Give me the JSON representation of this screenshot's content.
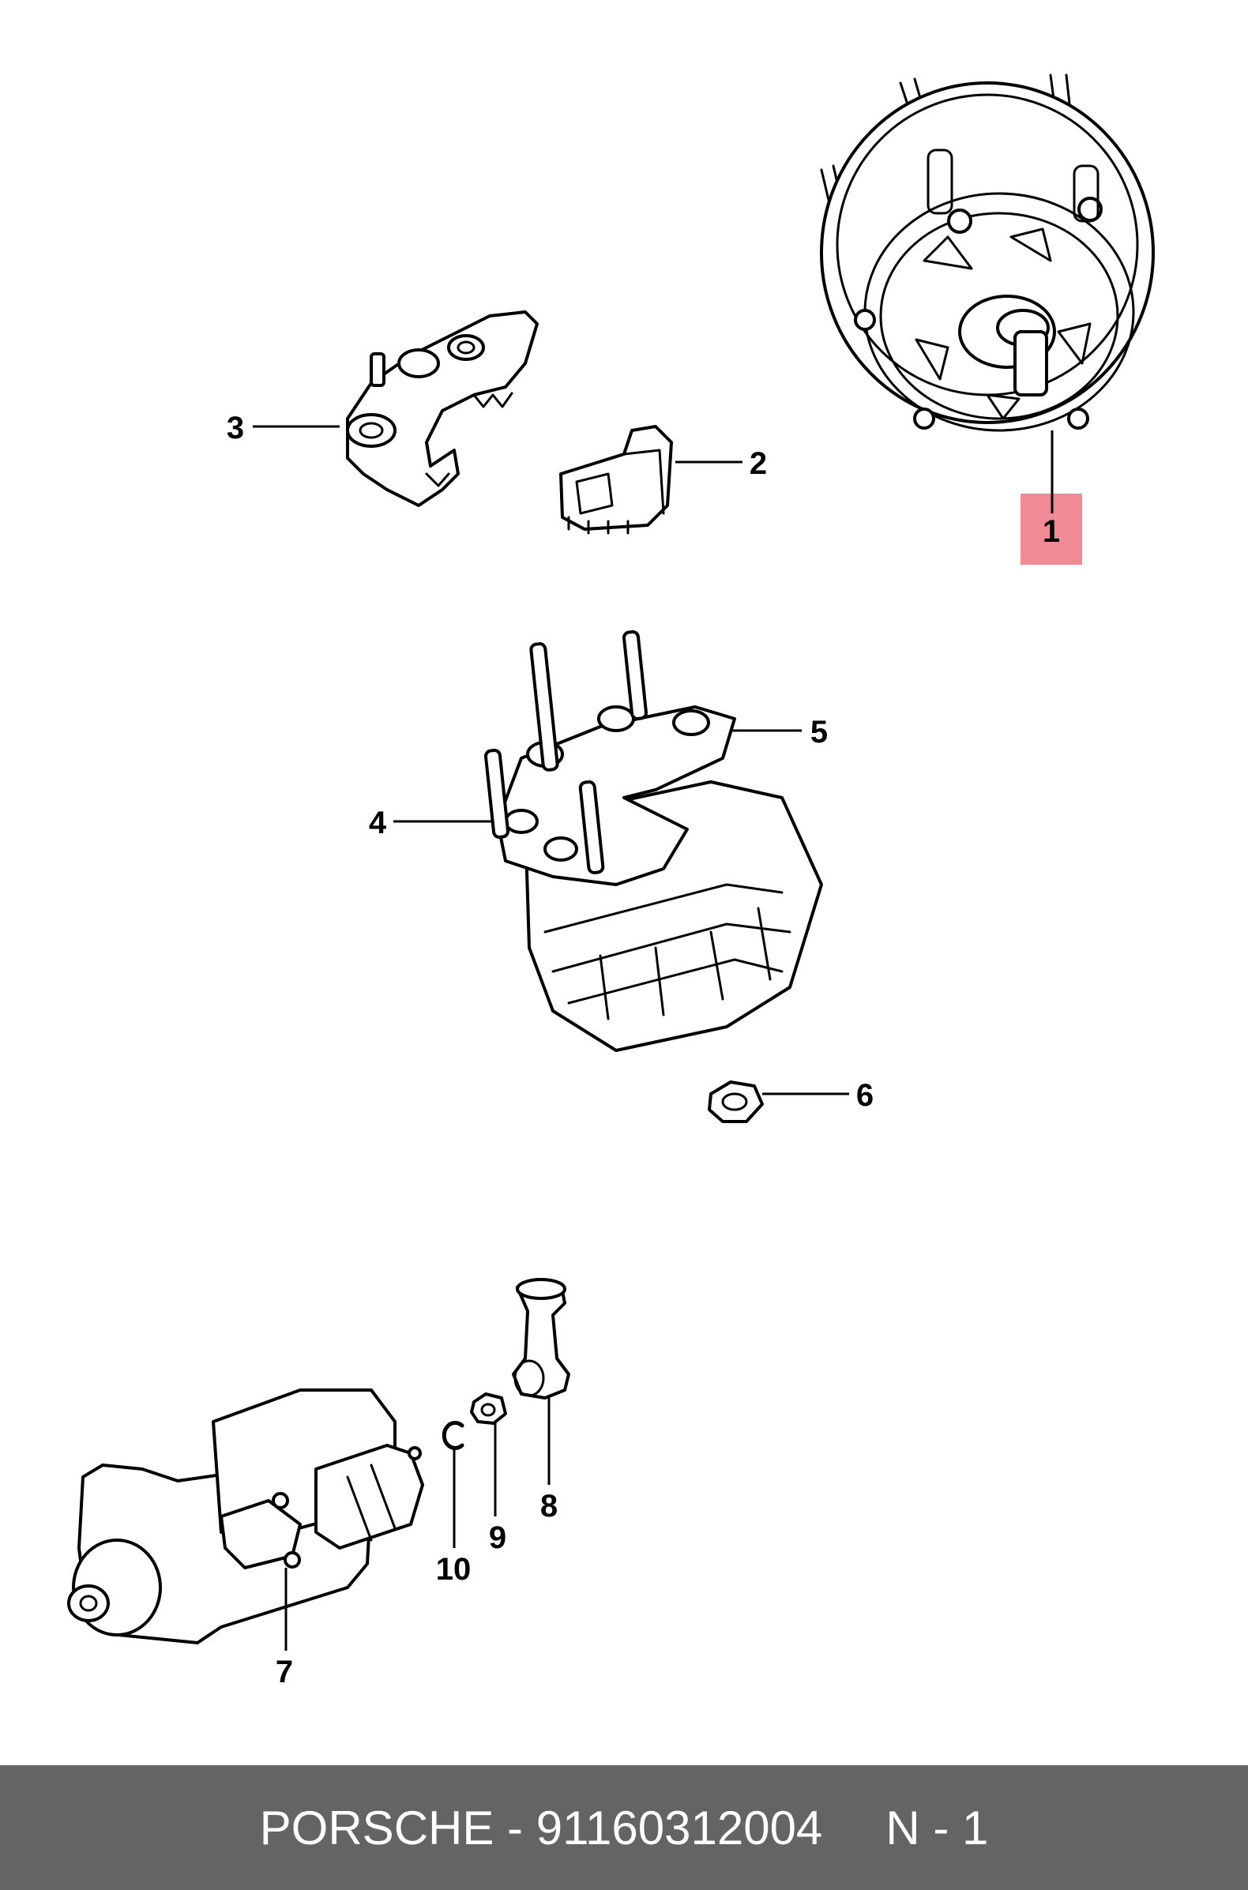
{
  "callouts": {
    "c1": "1",
    "c2": "2",
    "c3": "3",
    "c4": "4",
    "c5": "5",
    "c6": "6",
    "c7": "7",
    "c8": "8",
    "c9": "9",
    "c10": "10"
  },
  "highlight": {
    "callout": "1",
    "color": "#f08a94"
  },
  "footer": {
    "part_code": "PORSCHE - 91160312004",
    "page": "N - 1",
    "background": "#646464",
    "text_color": "#ffffff"
  }
}
